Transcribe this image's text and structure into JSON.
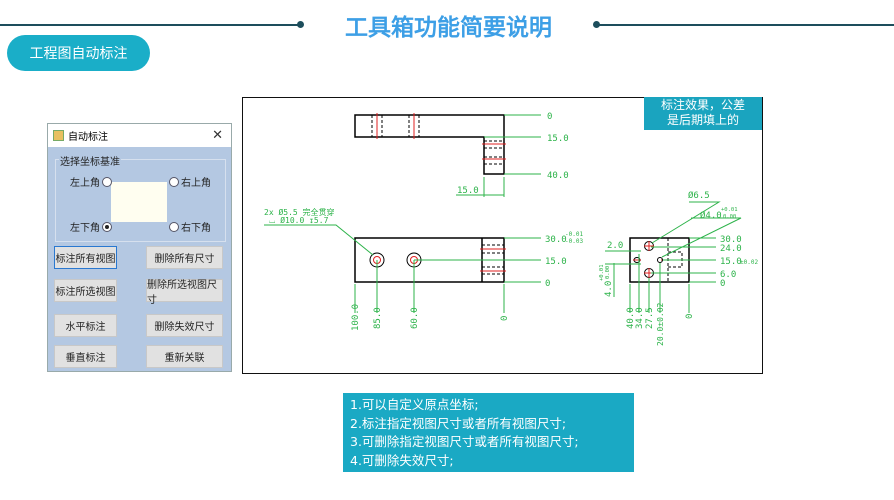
{
  "header": {
    "title": "工具箱功能简要说明",
    "section_label": "工程图自动标注"
  },
  "dialog": {
    "title": "自动标注",
    "group_label": "选择坐标基准",
    "radios": [
      {
        "label": "左上角",
        "checked": false
      },
      {
        "label": "右上角",
        "checked": false
      },
      {
        "label": "左下角",
        "checked": true
      },
      {
        "label": "右下角",
        "checked": false
      }
    ],
    "buttons": [
      "标注所有视图",
      "删除所有尺寸",
      "标注所选视图",
      "删除所选视图尺寸",
      "水平标注",
      "删除失效尺寸",
      "垂直标注",
      "重新关联"
    ]
  },
  "drawing": {
    "note": [
      "标注效果，公差",
      "是后期填上的"
    ],
    "top_view": {
      "dims": [
        "0",
        "15.0",
        "40.0",
        "15.0"
      ]
    },
    "front_view": {
      "hole_note_1": "2x Ø5.5 完全贯穿",
      "hole_note_2": "⌴ Ø10.0 ↧5.7",
      "dims_right": [
        "30.0",
        "15.0",
        "0"
      ],
      "tol_upper": "-0.01",
      "tol_lower": "-0.03",
      "dims_bottom": [
        "100.0",
        "85.0",
        "60.0",
        "0"
      ]
    },
    "side_view": {
      "dia_1": "Ø6.5",
      "dia_2": "Ø4.0",
      "dia_2_tol_upper": "+0.01",
      "dia_2_tol_lower": "0.00",
      "dims_right": [
        "30.0",
        "24.0",
        "15.0",
        "6.0",
        "0"
      ],
      "tol_15": "±0.02",
      "left_dim": "2.0",
      "left_dim_2": "4.0",
      "left_tol_upper": "+0.01",
      "left_tol_lower": "0.00",
      "dims_bottom": [
        "40.0",
        "34.0",
        "27.5",
        "20.0±0.02",
        "0"
      ]
    }
  },
  "features": [
    "1.可以自定义原点坐标;",
    "2.标注指定视图尺寸或者所有视图尺寸;",
    "3.可删除指定视图尺寸或者所有视图尺寸;",
    "4.可删除失效尺寸;"
  ]
}
